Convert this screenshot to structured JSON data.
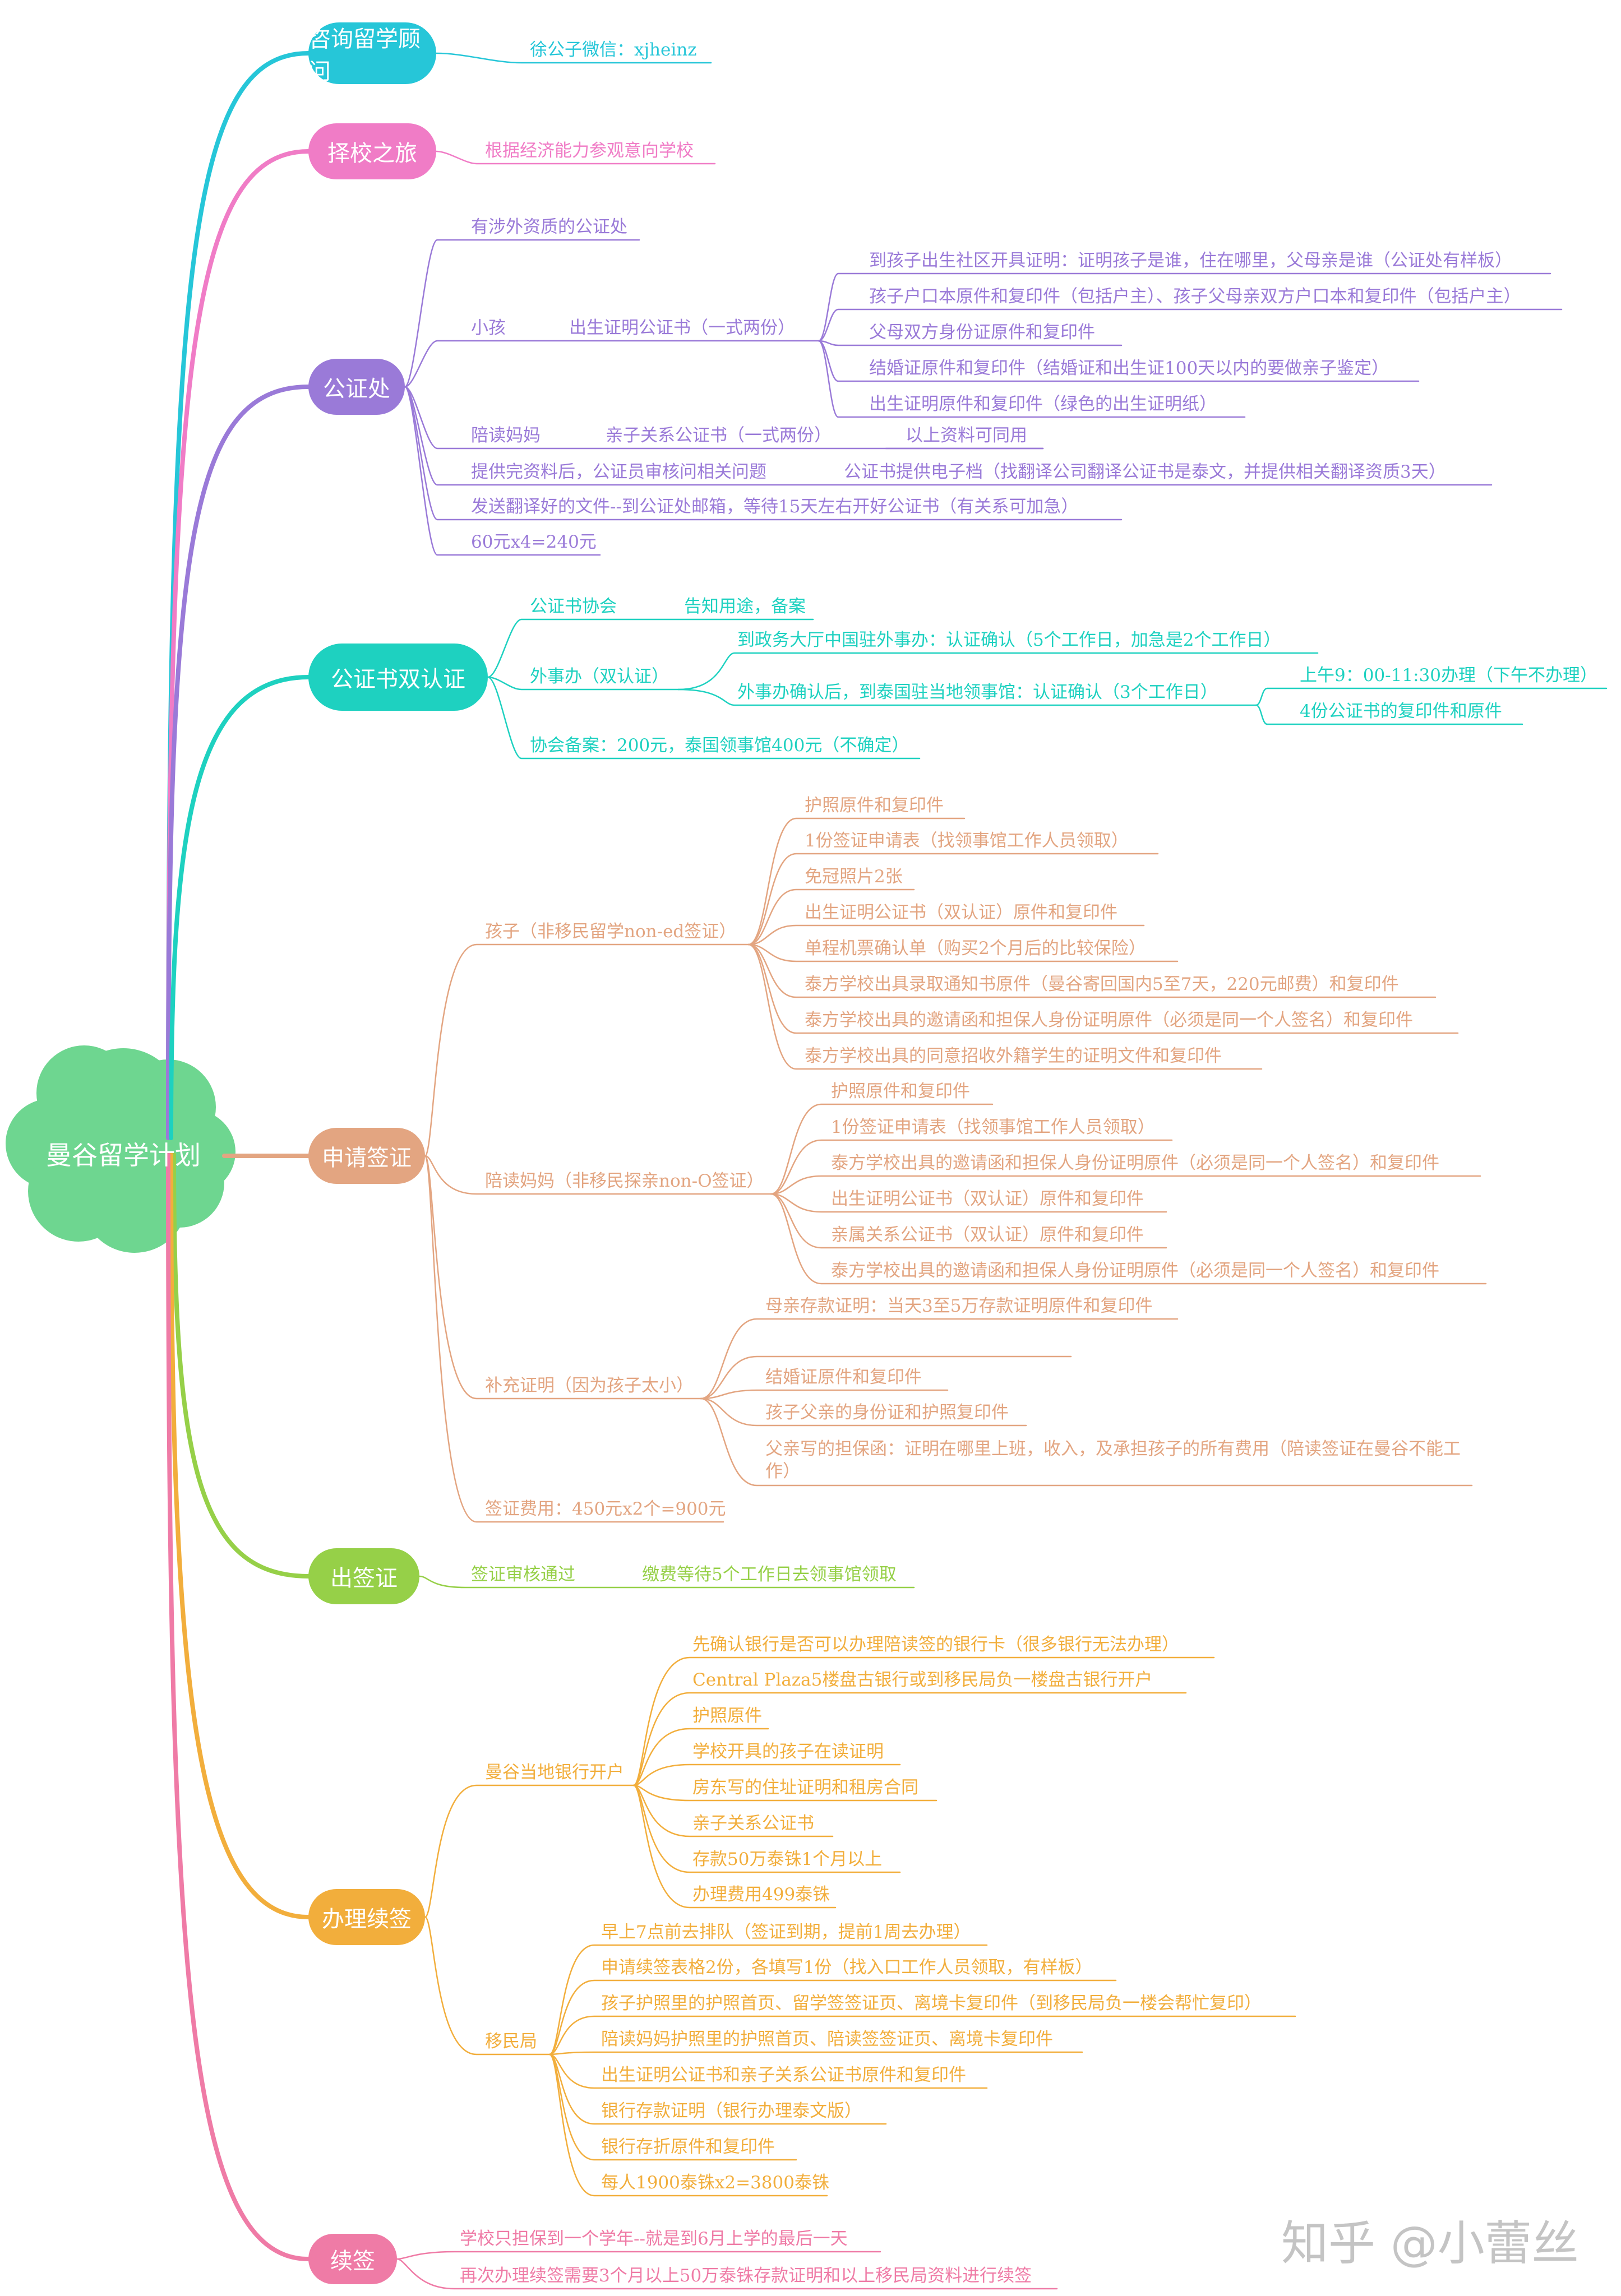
{
  "root": {
    "label": "曼谷留学计划"
  },
  "colors": {
    "consult": "#26c6d8",
    "tour": "#f07cc6",
    "notary": "#9a7ad8",
    "auth": "#1ed1c0",
    "visa": "#e3a581",
    "issue": "#96d048",
    "renew": "#f2ae3c",
    "extend": "#ef7ba6",
    "root": "#6ed690"
  },
  "branches": {
    "consult": {
      "label": "咨询留学顾问",
      "contact": "徐公子微信：xjheinz"
    },
    "tour": {
      "label": "择校之旅",
      "note": "根据经济能力参观意向学校"
    },
    "notary": {
      "label": "公证处",
      "office": "有涉外资质的公证处",
      "child": "小孩",
      "birth_cert": "出生证明公证书（一式两份）",
      "birth_items": [
        "到孩子出生社区开具证明：证明孩子是谁，住在哪里，父母亲是谁（公证处有样板）",
        "孩子户口本原件和复印件（包括户主）、孩子父母亲双方户口本和复印件（包括户主）",
        "父母双方身份证原件和复印件",
        "结婚证原件和复印件（结婚证和出生证100天以内的要做亲子鉴定）",
        "出生证明原件和复印件（绿色的出生证明纸）"
      ],
      "mother": "陪读妈妈",
      "kinship_cert": "亲子关系公证书（一式两份）",
      "same_docs": "以上资料可同用",
      "review": "提供完资料后，公证员审核问相关问题",
      "e_file": "公证书提供电子档（找翻译公司翻译公证书是泰文，并提供相关翻译资质3天）",
      "send": "发送翻译好的文件--到公证处邮箱，等待15天左右开好公证书（有关系可加急）",
      "fee": "60元x4=240元"
    },
    "auth": {
      "label": "公证书双认证",
      "association": "公证书协会",
      "association_note": "告知用途，备案",
      "foreign_office": "外事办（双认证）",
      "step1": "到政务大厅中国驻外事办：认证确认（5个工作日，加急是2个工作日）",
      "step2": "外事办确认后，到泰国驻当地领事馆：认证确认（3个工作日）",
      "step2_hours": "上午9：00-11:30办理（下午不办理）",
      "step2_docs": "4份公证书的复印件和原件",
      "fees": "协会备案：200元，泰国领事馆400元（不确定）"
    },
    "visa": {
      "label": "申请签证",
      "child": "孩子（非移民留学non-ed签证）",
      "child_items": [
        "护照原件和复印件",
        "1份签证申请表（找领事馆工作人员领取）",
        "免冠照片2张",
        "出生证明公证书（双认证）原件和复印件",
        "单程机票确认单（购买2个月后的比较保险）",
        "泰方学校出具录取通知书原件（曼谷寄回国内5至7天，220元邮费）和复印件",
        "泰方学校出具的邀请函和担保人身份证明原件（必须是同一个人签名）和复印件",
        "泰方学校出具的同意招收外籍学生的证明文件和复印件"
      ],
      "mother": "陪读妈妈（非移民探亲non-O签证）",
      "mother_items": [
        "护照原件和复印件",
        "1份签证申请表（找领事馆工作人员领取）",
        "泰方学校出具的邀请函和担保人身份证明原件（必须是同一个人签名）和复印件",
        "出生证明公证书（双认证）原件和复印件",
        "亲属关系公证书（双认证）原件和复印件",
        "泰方学校出具的邀请函和担保人身份证明原件（必须是同一个人签名）和复印件"
      ],
      "extra": "补充证明（因为孩子太小）",
      "extra_items": [
        "母亲存款证明：当天3至5万存款证明原件和复印件",
        "",
        "结婚证原件和复印件",
        "孩子父亲的身份证和护照复印件",
        "父亲写的担保函：证明在哪里上班，收入，及承担孩子的所有费用（陪读签证在曼谷不能工作）"
      ],
      "fee": "签证费用：450元x2个=900元"
    },
    "issue": {
      "label": "出签证",
      "approved": "签证审核通过",
      "pickup": "缴费等待5个工作日去领事馆领取"
    },
    "renew": {
      "label": "办理续签",
      "bank": "曼谷当地银行开户",
      "bank_items": [
        "先确认银行是否可以办理陪读签的银行卡（很多银行无法办理）",
        "Central Plaza5楼盘古银行或到移民局负一楼盘古银行开户",
        "护照原件",
        "学校开具的孩子在读证明",
        "房东写的住址证明和租房合同",
        "亲子关系公证书",
        "存款50万泰铢1个月以上",
        "办理费用499泰铢"
      ],
      "immigration": "移民局",
      "immigration_items": [
        "早上7点前去排队（签证到期，提前1周去办理）",
        "申请续签表格2份，各填写1份（找入口工作人员领取，有样板）",
        "孩子护照里的护照首页、留学签签证页、离境卡复印件（到移民局负一楼会帮忙复印）",
        "陪读妈妈护照里的护照首页、陪读签签证页、离境卡复印件",
        "出生证明公证书和亲子关系公证书原件和复印件",
        "银行存款证明（银行办理泰文版）",
        "银行存折原件和复印件",
        "每人1900泰铢x2=3800泰铢"
      ]
    },
    "extend": {
      "label": "续签",
      "items": [
        "学校只担保到一个学年--就是到6月上学的最后一天",
        "再次办理续签需要3个月以上50万泰铢存款证明和以上移民局资料进行续签"
      ]
    }
  },
  "watermark": "知乎 @小蕾丝"
}
